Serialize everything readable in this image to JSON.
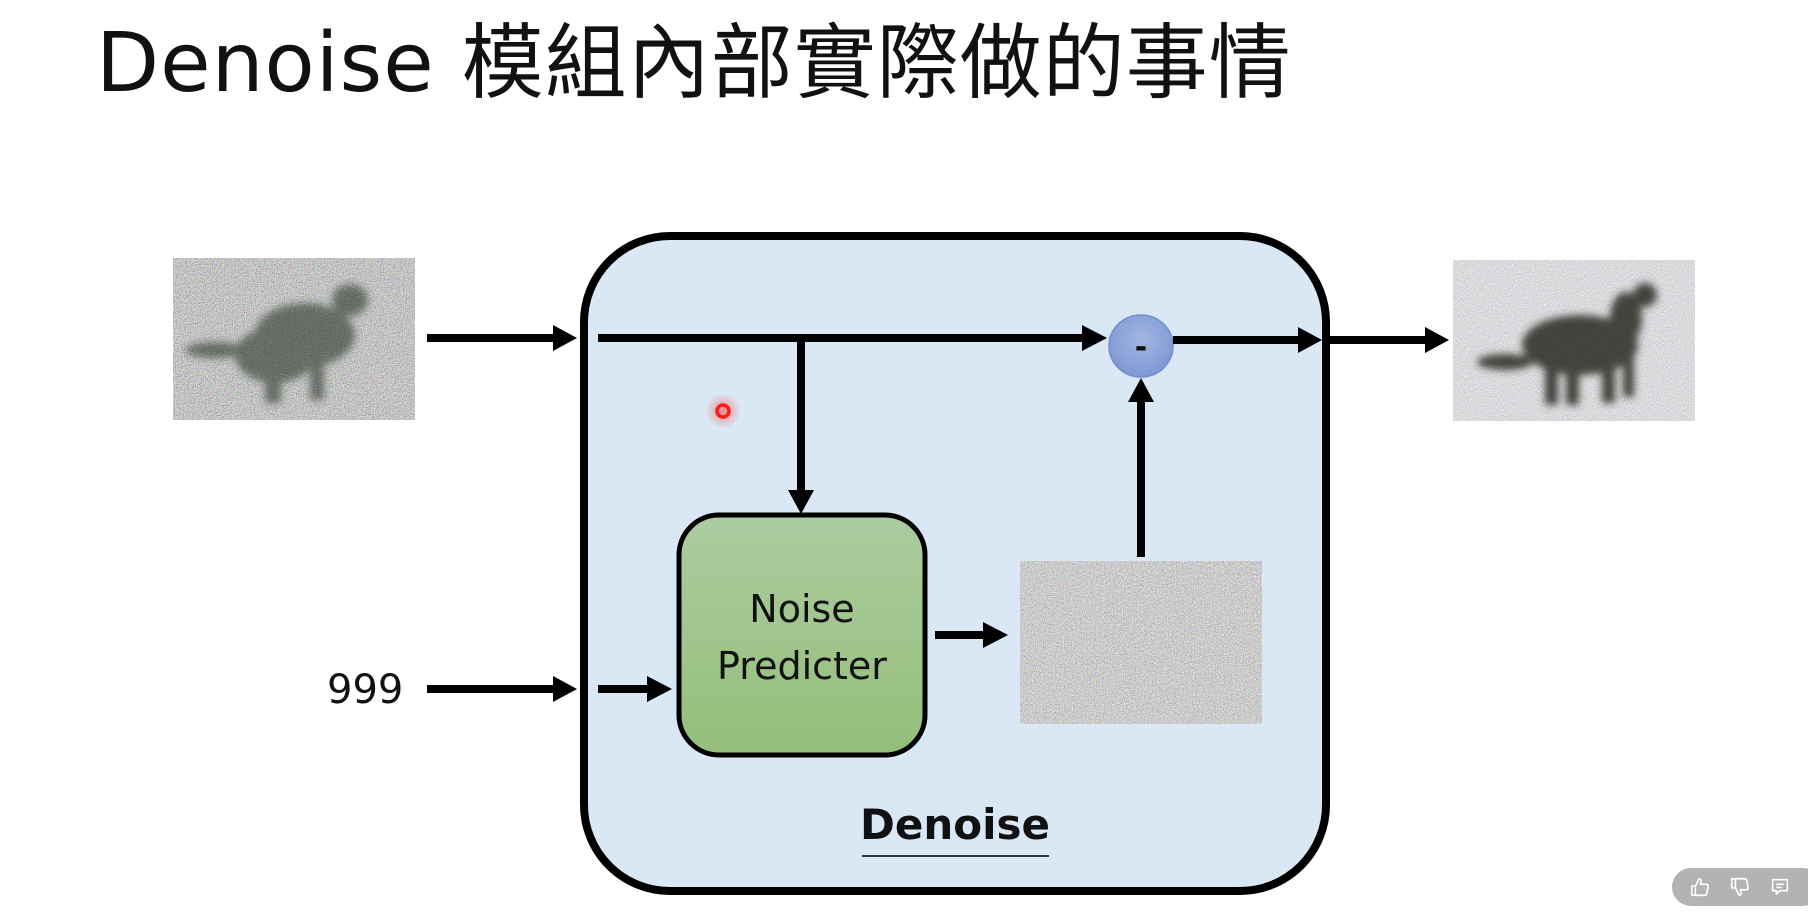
{
  "slide": {
    "title": "Denoise 模組內部實際做的事情"
  },
  "diagram": {
    "input_image": {
      "label": "noisy-cat-image-input",
      "description": "Noisy image of a cat (step input)"
    },
    "step_number": "999",
    "module_label": "Denoise",
    "noise_predictor_label_line1": "Noise",
    "noise_predictor_label_line2": "Predicter",
    "predicted_noise_image": {
      "label": "predicted-noise-image",
      "description": "Predicted noise image"
    },
    "subtract_operator": "-",
    "output_image": {
      "label": "less-noisy-cat-image-output",
      "description": "Less noisy cat image (output)"
    },
    "colors": {
      "module_fill": "#dae8f5",
      "module_border": "#000000",
      "predictor_fill_top": "#a9cb97",
      "predictor_fill_bottom": "#95bf7c",
      "subtract_fill": "#8ea4d8",
      "subtract_border": "#6f8fd0",
      "laser_pointer": "#ff1a1a"
    }
  },
  "feedback_bar": {
    "buttons": [
      {
        "name": "thumbs-up",
        "label": "Like"
      },
      {
        "name": "thumbs-down",
        "label": "Dislike"
      },
      {
        "name": "comment",
        "label": "Comment"
      }
    ]
  }
}
